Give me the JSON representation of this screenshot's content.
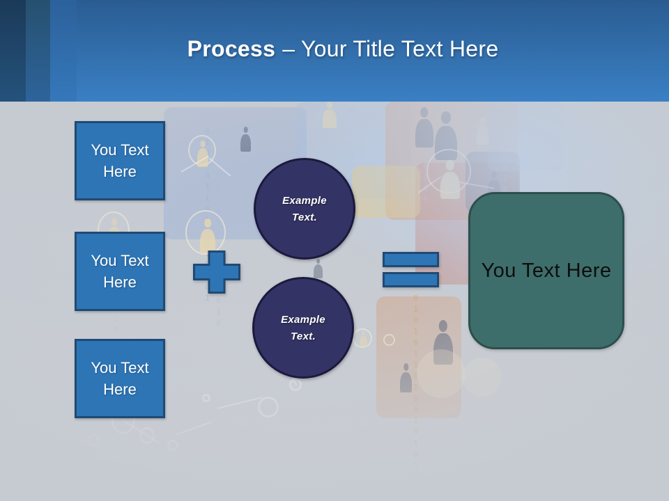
{
  "slide": {
    "header": {
      "title_bold": "Process",
      "title_rest": "– Your Title Text Here"
    },
    "process": {
      "inputs": [
        {
          "label": "You Text Here"
        },
        {
          "label": "You Text Here"
        },
        {
          "label": "You Text Here"
        }
      ],
      "operators": {
        "plus": "plus-sign",
        "equals": "equals-sign"
      },
      "examples": [
        {
          "line1": "Example",
          "line2": "Text."
        },
        {
          "line1": "Example",
          "line2": "Text."
        }
      ],
      "result": {
        "label": "You Text Here"
      }
    },
    "background": {
      "binary_string": "010101101001010110100101101001"
    },
    "colors": {
      "header_top": "#2a5c92",
      "header_bottom": "#3a80c4",
      "shape_blue": "#2E75B6",
      "shape_blue_border": "#1F4A73",
      "circle_fill": "#343365",
      "circle_border": "#1B1A3E",
      "result_fill": "#3E6E6B",
      "result_border": "#2C4F4D",
      "canvas_gray": "#c7cbd2"
    }
  }
}
